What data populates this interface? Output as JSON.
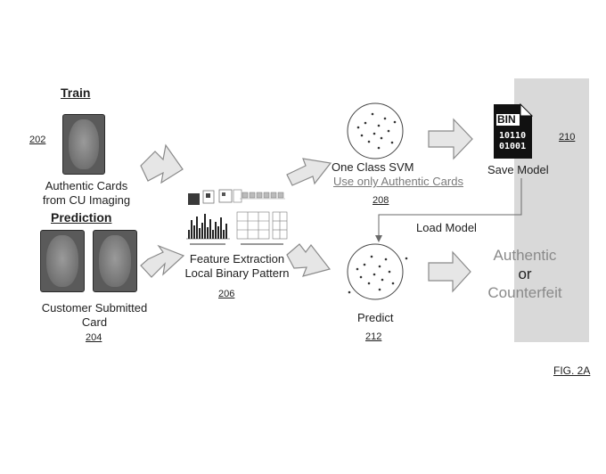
{
  "labels": {
    "train": "Train",
    "prediction": "Prediction",
    "ref_202": "202",
    "authentic_cards_line1": "Authentic Cards",
    "authentic_cards_line2": "from CU Imaging",
    "ref_204": "204",
    "customer_line1": "Customer Submitted",
    "customer_line2": "Card",
    "feature_line1": "Feature Extraction",
    "feature_line2": "Local Binary Pattern",
    "ref_206": "206",
    "svm_line1": "One Class SVM",
    "svm_line2": "Use only Authentic Cards",
    "ref_208": "208",
    "bin_title": "BIN",
    "bin_row1": "10110",
    "bin_row2": "01001",
    "save_model": "Save Model",
    "ref_210": "210",
    "load_model": "Load Model",
    "predict": "Predict",
    "ref_212": "212",
    "out_authentic": "Authentic",
    "out_or": "or",
    "out_counterfeit": "Counterfeit",
    "fig": "FIG. 2A"
  },
  "colors": {
    "band": "#d9d9d9",
    "arrow_fill": "#e6e6e6",
    "arrow_stroke": "#8a8a8a",
    "output_text": "#8a8a8a"
  }
}
